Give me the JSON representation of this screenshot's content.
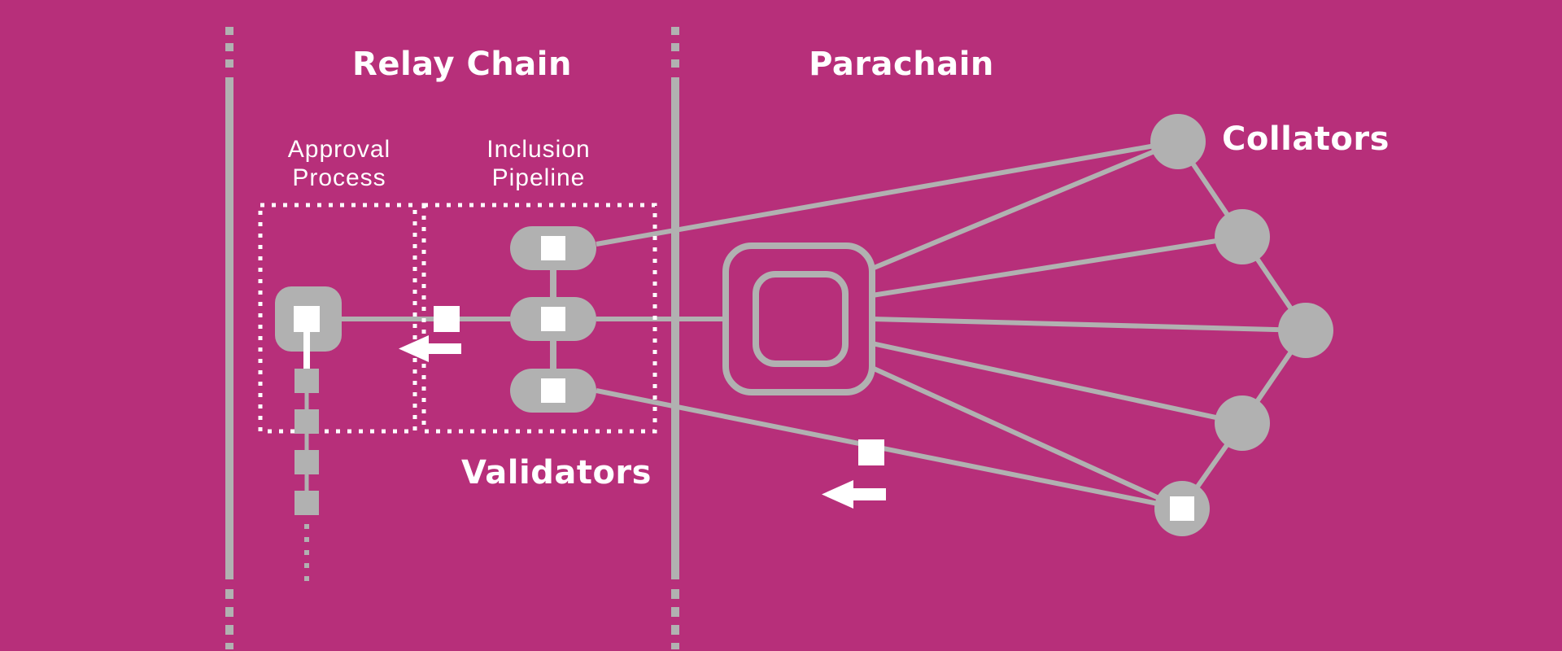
{
  "colors": {
    "background": "#B72F7A",
    "node_gray": "#B1B1B1",
    "text_white": "#FFFFFF"
  },
  "sections": {
    "relay_chain": "Relay Chain",
    "parachain": "Parachain"
  },
  "labels": {
    "approval_process": {
      "line1": "Approval",
      "line2": "Process"
    },
    "inclusion_pipeline": {
      "line1": "Inclusion",
      "line2": "Pipeline"
    },
    "validators": "Validators",
    "collators": "Collators"
  }
}
